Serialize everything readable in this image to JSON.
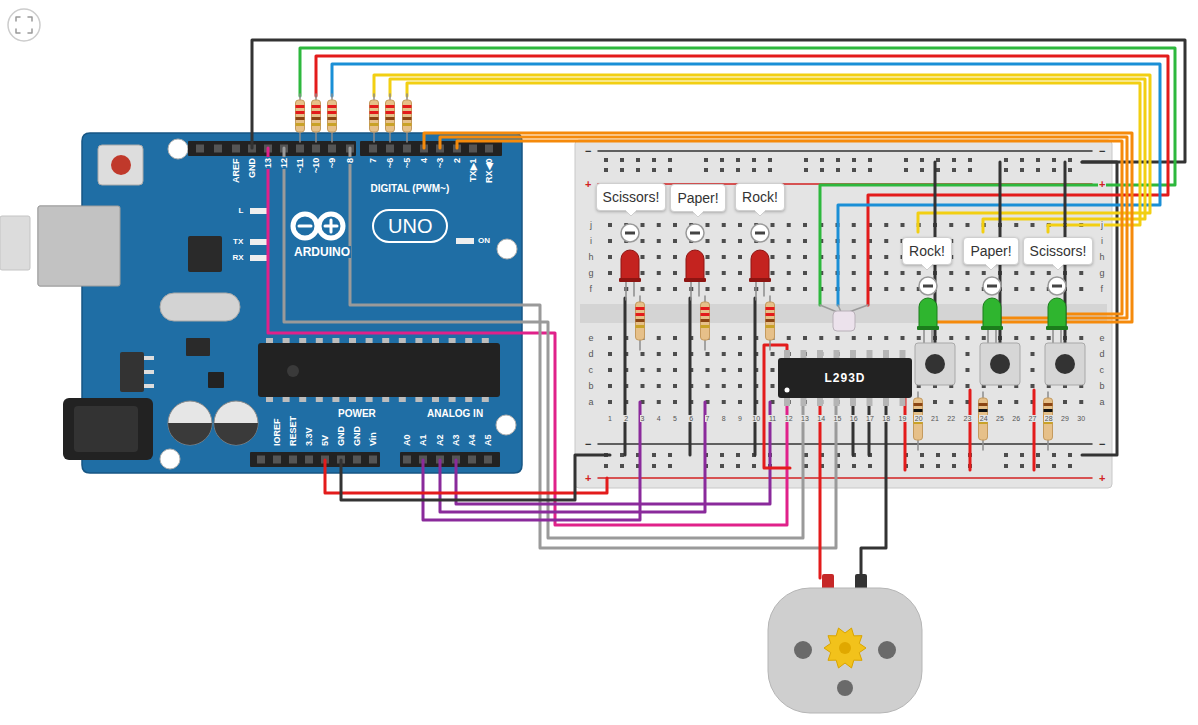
{
  "diagram": {
    "nodes": [
      {
        "text": [
          "Scissors!"
        ]
      },
      {
        "text": [
          "Paper!"
        ]
      },
      {
        "text": [
          "Rock!"
        ]
      },
      {
        "text": [
          "Rock!"
        ]
      },
      {
        "text": [
          "Paper!"
        ]
      },
      {
        "text": [
          "Scissors!"
        ]
      },
      {
        "text": [
          "L293D"
        ]
      }
    ],
    "labels": [
      "AREF",
      "GND",
      "13",
      "12",
      "~11",
      "~10",
      "~9",
      "8",
      "7",
      "~6",
      "~5",
      "4",
      "~3",
      "2",
      "TX▶1",
      "RX◀0",
      "DIGITAL (PWM~)",
      "ARDUINO",
      "UNO",
      "L",
      "TX",
      "RX",
      "ON",
      "POWER",
      "ANALOG IN",
      "IOREF",
      "RESET",
      "3.3V",
      "5V",
      "GND",
      "GND",
      "Vin",
      "A0",
      "A1",
      "A2",
      "A3",
      "A4",
      "A5",
      "j",
      "i",
      "h",
      "g",
      "f",
      "e",
      "d",
      "c",
      "b",
      "a",
      "j",
      "i",
      "h",
      "g",
      "f",
      "e",
      "d",
      "c",
      "b",
      "a",
      "1",
      "2",
      "3",
      "4",
      "5",
      "6",
      "7",
      "8",
      "9",
      "10",
      "11",
      "12",
      "13",
      "14",
      "15",
      "16",
      "17",
      "18",
      "19",
      "20",
      "21",
      "22",
      "23",
      "24",
      "25",
      "26",
      "27",
      "28",
      "29",
      "30",
      "−",
      "+",
      "−",
      "+",
      "−",
      "+",
      "−",
      "+"
    ]
  }
}
